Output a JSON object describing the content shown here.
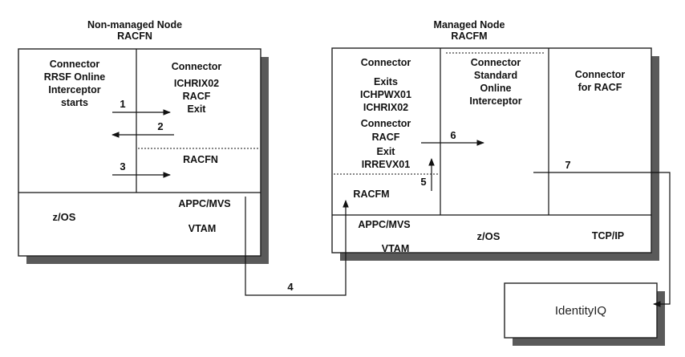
{
  "left_node": {
    "title": "Non-managed Node",
    "subtitle": "RACFN",
    "col1": [
      "Connector",
      "RRSF Online",
      "Interceptor",
      "starts"
    ],
    "col2": [
      "Connector",
      "ICHRIX02",
      "RACF",
      "Exit"
    ],
    "racfn": "RACFN",
    "appc": "APPC/MVS",
    "zos": "z/OS",
    "vtam": "VTAM"
  },
  "right_node": {
    "title": "Managed Node",
    "subtitle": "RACFM",
    "col1": [
      "Connector",
      "Exits",
      "ICHPWX01",
      "ICHRIX02"
    ],
    "col1b": [
      "Connector",
      "RACF",
      "Exit",
      "IRREVX01"
    ],
    "col2": [
      "Connector",
      "Standard",
      "Online",
      "Interceptor"
    ],
    "col3": [
      "Connector",
      "for RACF"
    ],
    "racfm": "RACFM",
    "appc": "APPC/MVS",
    "zos": "z/OS",
    "tcpip": "TCP/IP",
    "vtam": "VTAM"
  },
  "identityiq": "IdentityIQ",
  "steps": [
    "1",
    "2",
    "3",
    "4",
    "5",
    "6",
    "7"
  ]
}
